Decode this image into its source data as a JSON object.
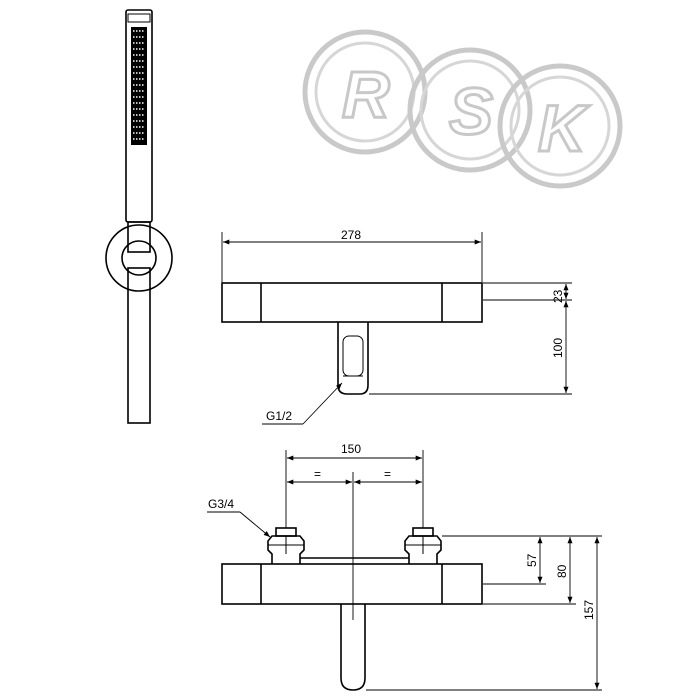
{
  "logo": {
    "letters": [
      "R",
      "S",
      "K"
    ]
  },
  "dimensions": {
    "top_width": "278",
    "top_height_body": "23",
    "top_height_spout": "100",
    "top_thread": "G1/2",
    "front_center_distance": "150",
    "front_equal_left": "=",
    "front_equal_right": "=",
    "front_thread": "G3/4",
    "front_height_57": "57",
    "front_height_80": "80",
    "front_height_157": "157"
  }
}
